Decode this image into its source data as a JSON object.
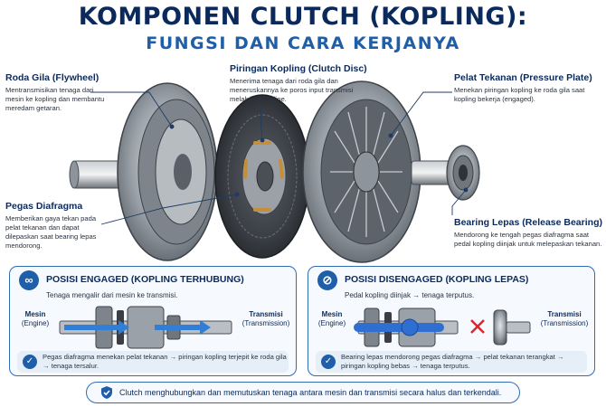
{
  "header": {
    "title": "KOMPONEN CLUTCH (KOPLING):",
    "subtitle": "FUNGSI DAN CARA KERJANYA"
  },
  "callouts": {
    "flywheel": {
      "title": "Roda Gila (Flywheel)",
      "text": "Mentransmisikan tenaga dari mesin ke kopling dan membantu meredam getaran."
    },
    "clutch_disc": {
      "title": "Piringan Kopling (Clutch Disc)",
      "text": "Menerima tenaga dari roda gila dan meneruskannya ke poros input transmisi melalui hub spline."
    },
    "pressure_plate": {
      "title": "Pelat Tekanan (Pressure Plate)",
      "text": "Menekan piringan kopling ke roda gila saat kopling bekerja (engaged)."
    },
    "diaphragm_spring": {
      "title": "Pegas Diafragma",
      "text": "Memberikan gaya tekan pada pelat tekanan dan dapat dilepaskan saat bearing lepas mendorong."
    },
    "release_bearing": {
      "title": "Bearing Lepas (Release Bearing)",
      "text": "Mendorong ke tengah pegas diafragma saat pedal kopling diinjak untuk melepaskan tekanan."
    }
  },
  "engaged": {
    "title": "POSISI ENGAGED (KOPLING TERHUBUNG)",
    "desc": "Tenaga mengalir dari mesin ke transmisi.",
    "left_label": "Mesin",
    "left_sub": "(Engine)",
    "right_label": "Transmisi",
    "right_sub": "(Transmission)",
    "note": "Pegas diafragma menekan pelat tekanan → piringan kopling terjepit ke roda gila → tenaga tersalur."
  },
  "disengaged": {
    "title": "POSISI DISENGAGED (KOPLING LEPAS)",
    "desc": "Pedal kopling diinjak → tenaga terputus.",
    "left_label": "Mesin",
    "left_sub": "(Engine)",
    "right_label": "Transmisi",
    "right_sub": "(Transmission)",
    "note": "Bearing lepas mendorong pegas diafragma → pelat tekanan terangkat → piringan kopling bebas → tenaga terputus."
  },
  "footer": {
    "text": "Clutch menghubungkan dan memutuskan tenaga antara mesin dan transmisi secara halus dan terkendali."
  },
  "colors": {
    "navy": "#0b2a5b",
    "accent": "#1f5ea8",
    "flow": "#2f7fd8",
    "stop": "#d9262e"
  },
  "icons": {
    "engaged": "link-icon",
    "disengaged": "broken-link-icon",
    "check": "check-icon",
    "shield": "shield-icon"
  }
}
